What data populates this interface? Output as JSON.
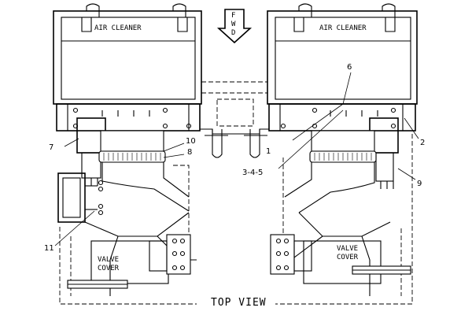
{
  "diagram": {
    "view_title": "TOP VIEW",
    "direction": {
      "letters": [
        "F",
        "W",
        "D"
      ]
    },
    "components": {
      "left_air_cleaner": "AIR CLEANER",
      "right_air_cleaner": "AIR CLEANER",
      "left_valve_cover": [
        "VALVE",
        "COVER"
      ],
      "right_valve_cover": [
        "VALVE",
        "COVER"
      ]
    },
    "callouts": {
      "c1": "1",
      "c2": "2",
      "c345": "3-4-5",
      "c6": "6",
      "c7": "7",
      "c8": "8",
      "c9": "9",
      "c10": "10",
      "c11": "11"
    }
  }
}
